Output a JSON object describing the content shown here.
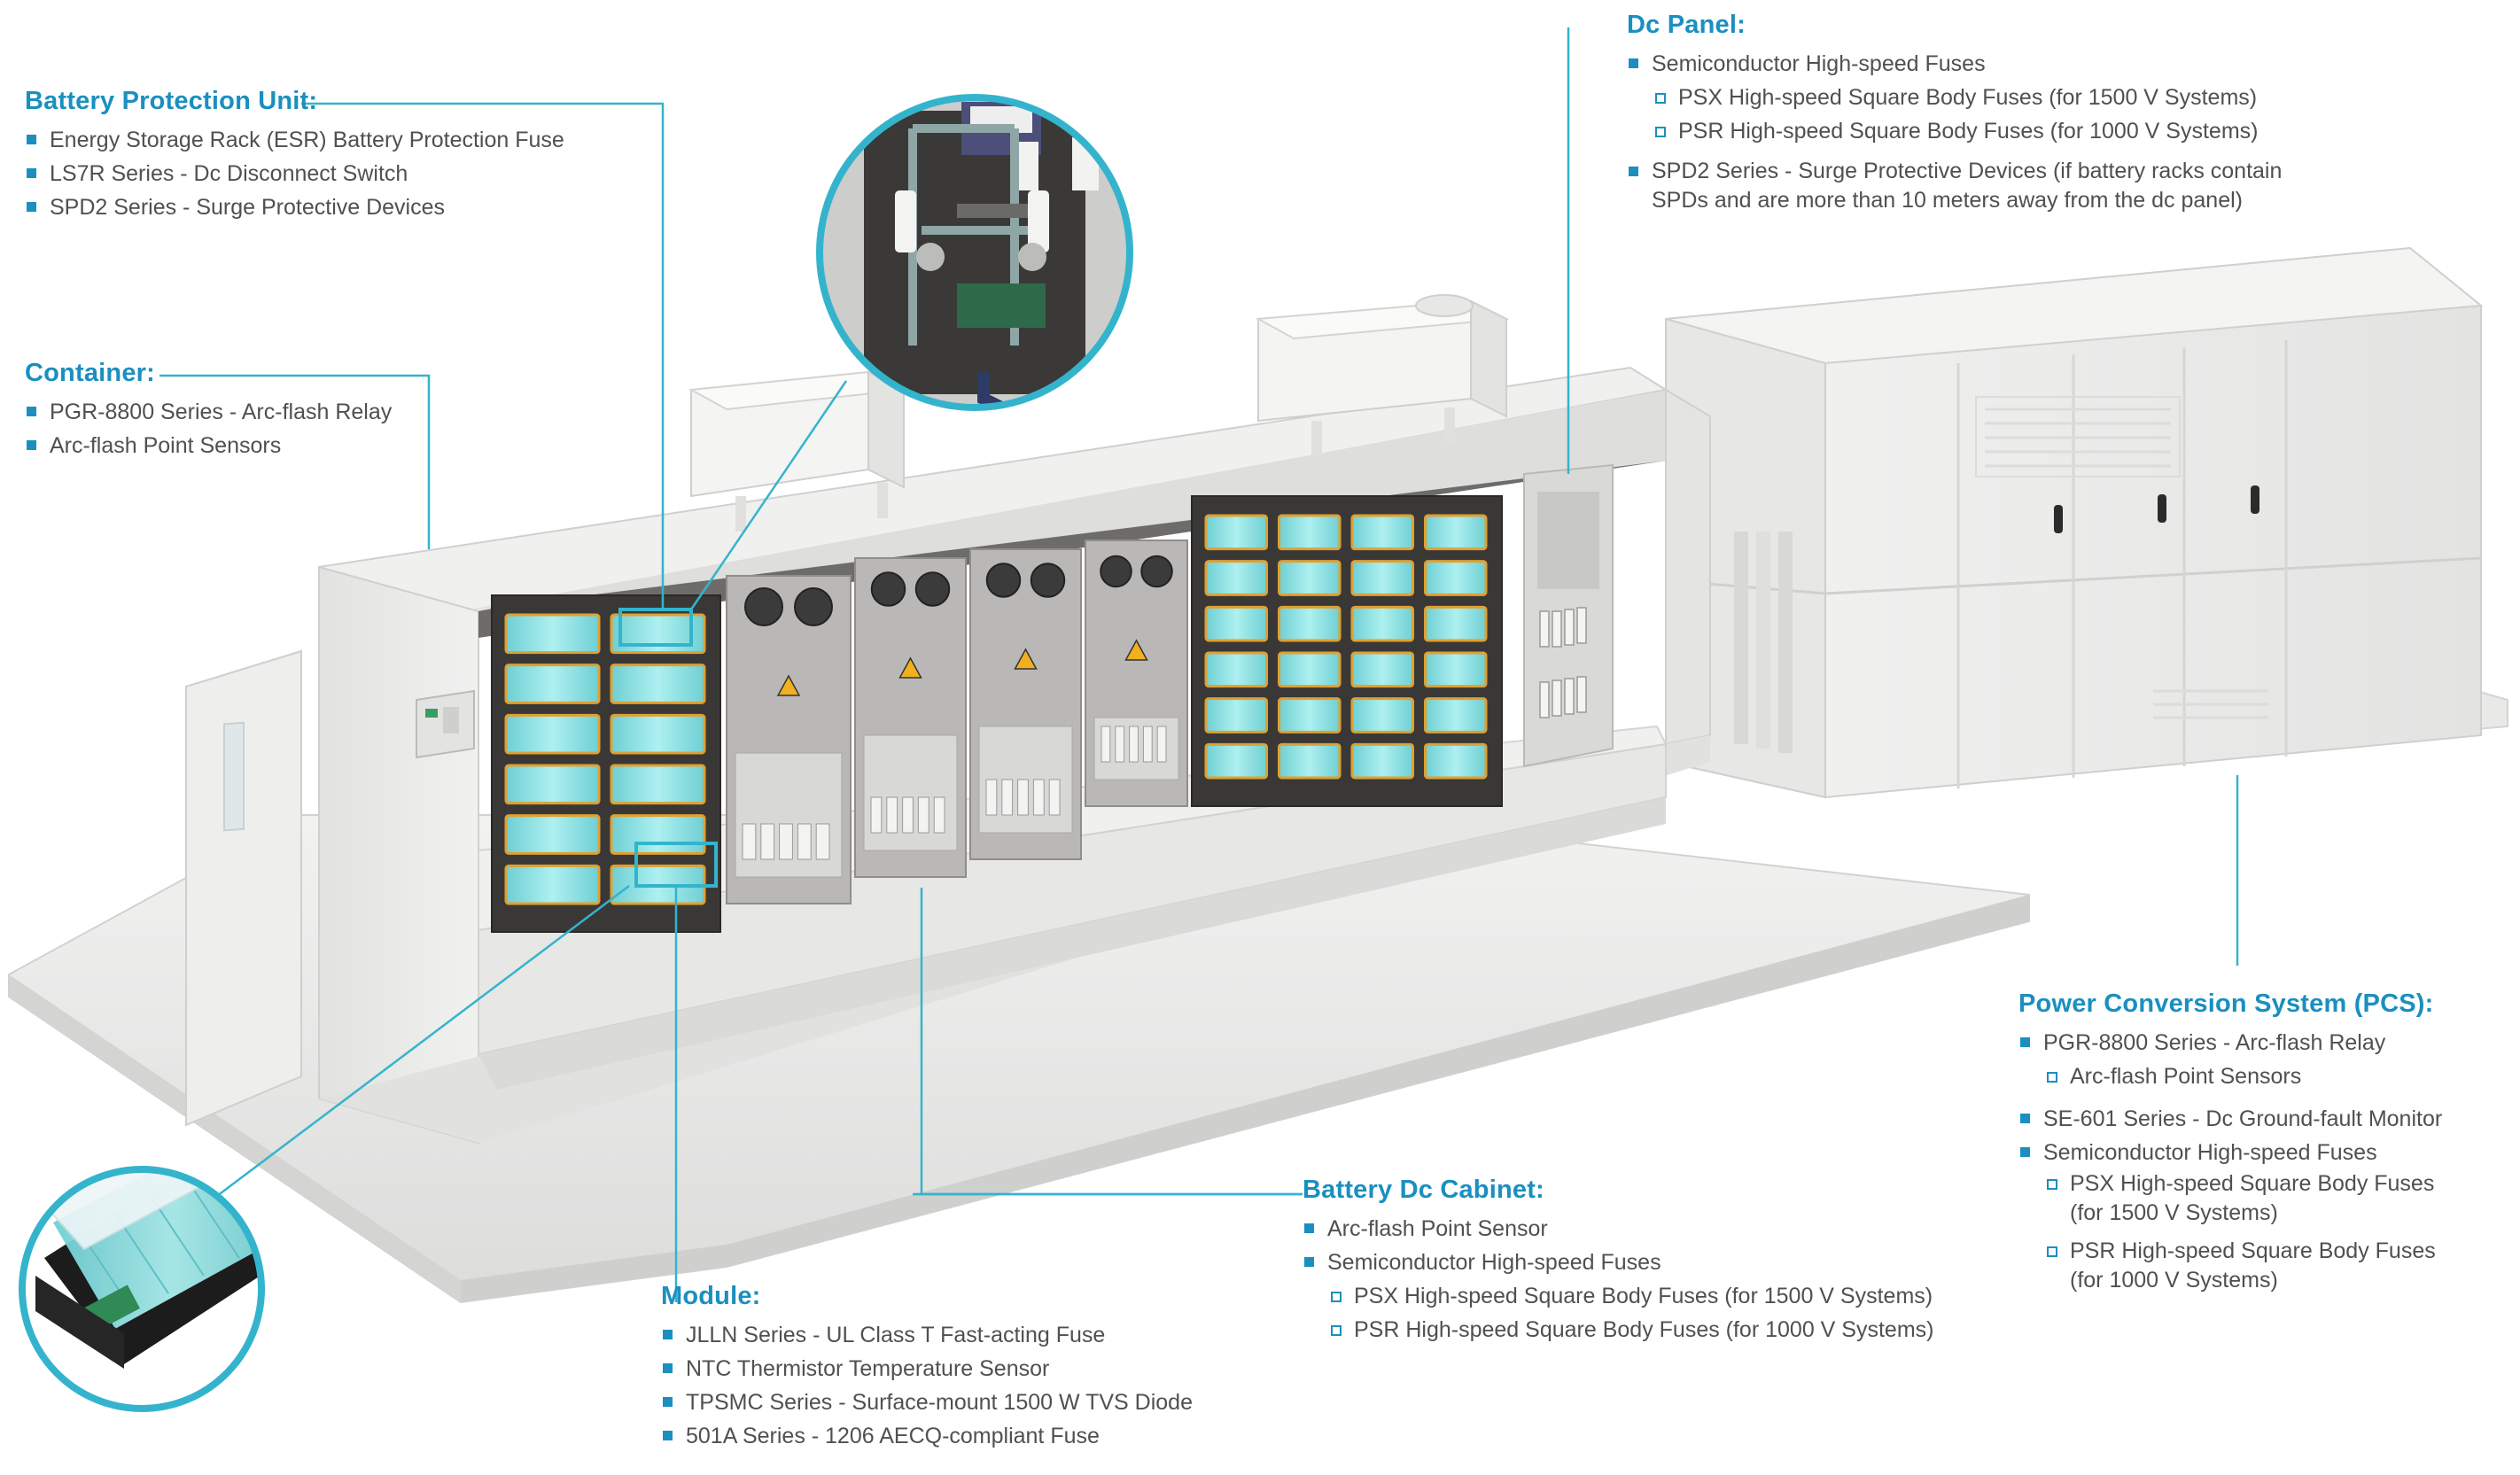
{
  "colors": {
    "accent": "#1a8fc0",
    "text": "#505050",
    "battery_teal": "#8fe0e3",
    "cabinet_dark": "#3a3836",
    "enclosure": "#ebebea"
  },
  "icons": [
    "warning-triangle-icon",
    "cooling-fan-icon"
  ],
  "callouts": {
    "battery_protection_unit": {
      "title": "Battery Protection Unit:",
      "items": [
        "Energy Storage Rack (ESR) Battery Protection Fuse",
        "LS7R Series - Dc Disconnect Switch",
        "SPD2 Series - Surge Protective Devices"
      ]
    },
    "container": {
      "title": "Container:",
      "items": [
        "PGR-8800 Series - Arc-flash Relay",
        "Arc-flash Point Sensors"
      ]
    },
    "dc_panel": {
      "title": "Dc Panel:",
      "items": [
        "Semiconductor High-speed Fuses",
        "PSX High-speed Square Body Fuses (for 1500 V Systems)",
        "PSR High-speed Square Body Fuses (for 1000 V Systems)",
        "SPD2 Series - Surge Protective Devices (if battery racks contain\nSPDs and are more than 10 meters away from the dc panel)"
      ]
    },
    "pcs": {
      "title": "Power Conversion System (PCS):",
      "items": [
        "PGR-8800 Series - Arc-flash Relay",
        "Arc-flash Point Sensors",
        "SE-601 Series - Dc Ground-fault Monitor",
        "Semiconductor High-speed Fuses",
        "PSX High-speed Square Body Fuses\n(for 1500 V Systems)",
        "PSR High-speed Square Body Fuses\n(for 1000 V Systems)"
      ]
    },
    "battery_dc_cabinet": {
      "title": "Battery Dc Cabinet:",
      "items": [
        "Arc-flash Point Sensor",
        "Semiconductor High-speed Fuses",
        "PSX High-speed Square Body Fuses (for 1500 V Systems)",
        "PSR High-speed Square Body Fuses (for 1000 V Systems)"
      ]
    },
    "module": {
      "title": "Module:",
      "items": [
        "JLLN Series - UL Class T Fast-acting Fuse",
        "NTC Thermistor Temperature Sensor",
        "TPSMC Series - Surface-mount 1500 W TVS Diode",
        "501A Series - 1206 AECQ-compliant Fuse"
      ]
    }
  }
}
